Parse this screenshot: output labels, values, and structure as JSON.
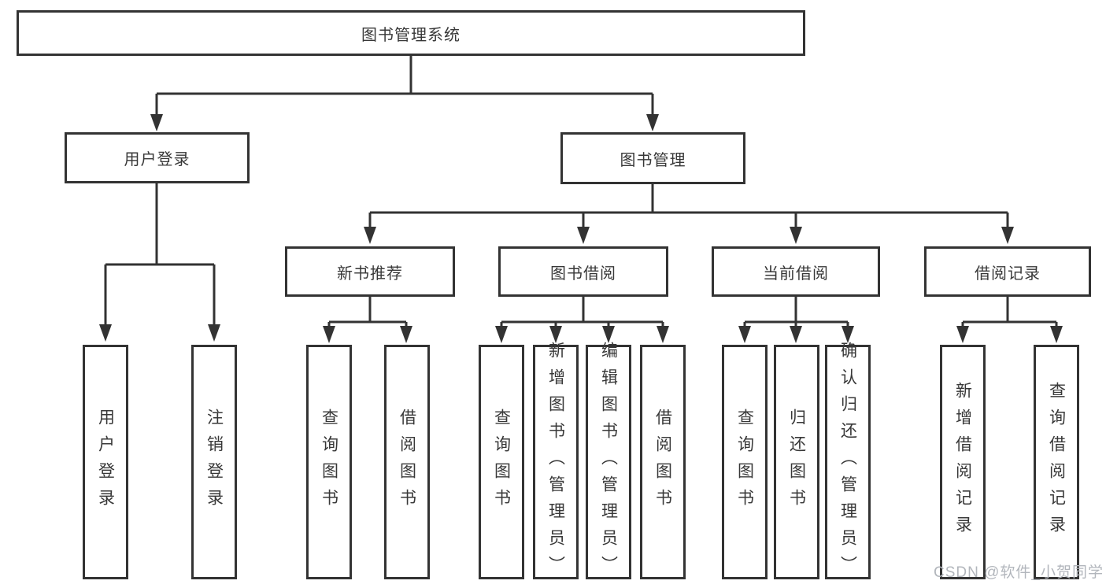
{
  "colors": {
    "background": "#ffffff",
    "box_border": "#333333",
    "connector_line": "#333333",
    "text": "#383838",
    "watermark_text": "#b2b6bc"
  },
  "diagram": {
    "root": {
      "label": "图书管理系统"
    },
    "branches": [
      {
        "label": "用户登录",
        "children": [
          {
            "label": "用户登录"
          },
          {
            "label": "注销登录"
          }
        ]
      },
      {
        "label": "图书管理",
        "children": [
          {
            "label": "新书推荐",
            "children": [
              {
                "label": "查询图书"
              },
              {
                "label": "借阅图书"
              }
            ]
          },
          {
            "label": "图书借阅",
            "children": [
              {
                "label": "查询图书"
              },
              {
                "label": "新增图书（管理员）"
              },
              {
                "label": "编辑图书（管理员）"
              },
              {
                "label": "借阅图书"
              }
            ]
          },
          {
            "label": "当前借阅",
            "children": [
              {
                "label": "查询图书"
              },
              {
                "label": "归还图书"
              },
              {
                "label": "确认归还（管理员）"
              }
            ]
          },
          {
            "label": "借阅记录",
            "children": [
              {
                "label": "新增借阅记录"
              },
              {
                "label": "查询借阅记录"
              }
            ]
          }
        ]
      }
    ]
  },
  "watermark": {
    "text": "CSDN @软件_小贺同学"
  }
}
